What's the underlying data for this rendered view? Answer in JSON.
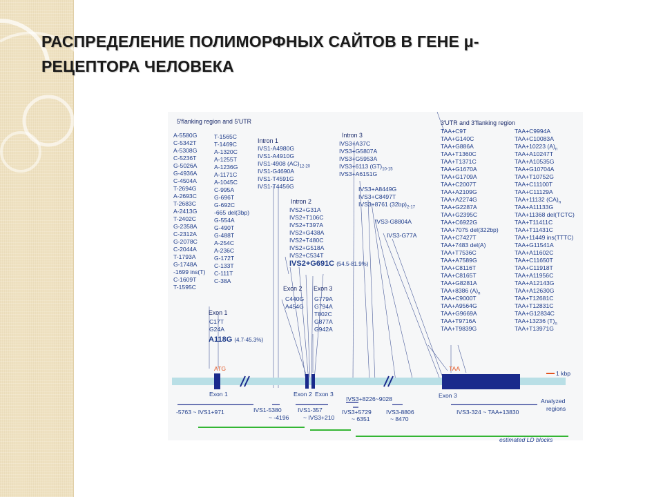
{
  "slide": {
    "title_line1": "РАСПРЕДЕЛЕНИЕ ПОЛИМОРФНЫХ САЙТОВ В ГЕНЕ μ-",
    "title_line2": "РЕЦЕПТОРА ЧЕЛОВЕКА"
  },
  "figure": {
    "header_5prime": "5′flanking region and 5′UTR",
    "header_3prime": "3′UTR and 3′flanking region",
    "five_flank_col1": [
      "A-5580G",
      "C-5342T",
      "A-5308G",
      "C-5236T",
      "G-5026A",
      "G-4936A",
      "C-4504A",
      "T-2694G",
      "A-2693C",
      "T-2683C",
      "A-2413G",
      "T-2402C",
      "G-2358A",
      "C-2312A",
      "G-2078C",
      "C-2044A",
      "T-1793A",
      "G-1748A",
      "-1699 ins(T)",
      "C-1609T",
      "T-1595C"
    ],
    "five_flank_col2": [
      "T-1565C",
      "T-1469C",
      "A-1320C",
      "A-1255T",
      "A-1236G",
      "A-1171C",
      "A-1045C",
      "C-995A",
      "G-696T",
      "G-692C",
      "-665 del(3bp)",
      "G-554A",
      "G-490T",
      "G-488T",
      "A-254C",
      "A-236C",
      "G-172T",
      "C-133T",
      "C-111T",
      "C-38A"
    ],
    "intron1": {
      "label": "Intron 1",
      "items": [
        "IVS1-A4980G",
        "IVS1-A4910G",
        "IVS1-4908 (AC)",
        "IVS1-G4690A",
        "IVS1-T4591G",
        "IVS1-T4456G"
      ],
      "subscript": "12-20"
    },
    "intron2": {
      "label": "Intron 2",
      "items": [
        "IVS2+G31A",
        "IVS2+T106C",
        "IVS2+T397A",
        "IVS2+G438A",
        "IVS2+T480C",
        "IVS2+G518A",
        "IVS2+C534T"
      ],
      "major": "IVS2+G691C",
      "major_freq": "(54.5-81.9%)"
    },
    "intron3": {
      "label": "Intron 3",
      "group1": [
        "IVS3+A37C",
        "IVS3+G5807A",
        "IVS3+G5953A",
        "IVS3+6113 (GT)",
        "IVS3+A6151G"
      ],
      "gt_subscript": "10-15",
      "group2": [
        "IVS3+A8449G",
        "IVS3+C8497T",
        "IVS3+8761 (32bp)"
      ],
      "bp_subscript": "2-17",
      "single1": "IVS3-G8804A",
      "single2": "IVS3-G77A"
    },
    "exon1": {
      "label": "Exon 1",
      "items": [
        "C17T",
        "G24A"
      ],
      "major": "A118G",
      "major_freq": "(4.7-45.3%)"
    },
    "exon2": {
      "label": "Exon 2",
      "items": [
        "C440G",
        "A454G"
      ]
    },
    "exon3": {
      "label": "Exon 3",
      "items": [
        "G779A",
        "G794A",
        "T802C",
        "G877A",
        "G942A"
      ]
    },
    "three_col1": [
      "TAA+C9T",
      "TAA+G140C",
      "TAA+G886A",
      "TAA+T1360C",
      "TAA+T1371C",
      "TAA+G1670A",
      "TAA+G1709A",
      "TAA+C2007T",
      "TAA+A2109G",
      "TAA+A2274G",
      "TAA+G2287A",
      "TAA+G2395C",
      "TAA+C6922G",
      "TAA+7075 del(322bp)",
      "TAA+C7427T",
      "TAA+7483 del(A)",
      "TAA+T7536C",
      "TAA+A7589G",
      "TAA+C8116T",
      "TAA+C8165T",
      "TAA+G8281A",
      "TAA+8386 (A)",
      "TAA+C9000T",
      "TAA+A9564G",
      "TAA+G9669A",
      "TAA+T9716A",
      "TAA+T9839G"
    ],
    "three_col2": [
      "TAA+C9994A",
      "TAA+C10083A",
      "TAA+10223 (A)",
      "TAA+A10247T",
      "TAA+A10535G",
      "TAA+G10704A",
      "TAA+T10752G",
      "TAA+C11100T",
      "TAA+C11129A",
      "TAA+11132 (CA)",
      "TAA+A11133G",
      "TAA+11368 del(TCTC)",
      "TAA+T11411C",
      "TAA+T11431C",
      "TAA+11449 ins(TTTC)",
      "TAA+G11541A",
      "TAA+A11602C",
      "TAA+C11650T",
      "TAA+C11918T",
      "TAA+A11956C",
      "TAA+A12143G",
      "TAA+A12630G",
      "TAA+T12681C",
      "TAA+T12831C",
      "TAA+G12834C",
      "TAA+13236 (T)",
      "TAA+T13971G"
    ],
    "gene": {
      "atg": "ATG",
      "taa": "TAA",
      "scale": "1 kbp",
      "exon1": "Exon 1",
      "exon2": "Exon 2",
      "exon3a": "Exon 3",
      "exon3b": "Exon 3"
    },
    "regions": {
      "r1": "-5763 ~ IVS1+971",
      "r2a": "IVS1-5380",
      "r2b": "~ -4196",
      "r3a": "IVS1-357",
      "r3b": "~ IVS3+210",
      "r4a": "IVS3+8226~9028",
      "r5a": "IVS3+5729",
      "r5b": "~ 6351",
      "r6a": "IVS3-8806",
      "r6b": "~ 8470",
      "r7": "IVS3-324 ~ TAA+13830",
      "analyzed1": "Analyzed",
      "analyzed2": "regions",
      "ld": "estimated LD blocks"
    },
    "colors": {
      "text": "#1d3b8a",
      "exon": "#1a2a8c",
      "intron_bar": "#b9dfe6",
      "ld_line": "#33b533",
      "atg": "#e2531f",
      "scale": "#e2531f"
    }
  }
}
